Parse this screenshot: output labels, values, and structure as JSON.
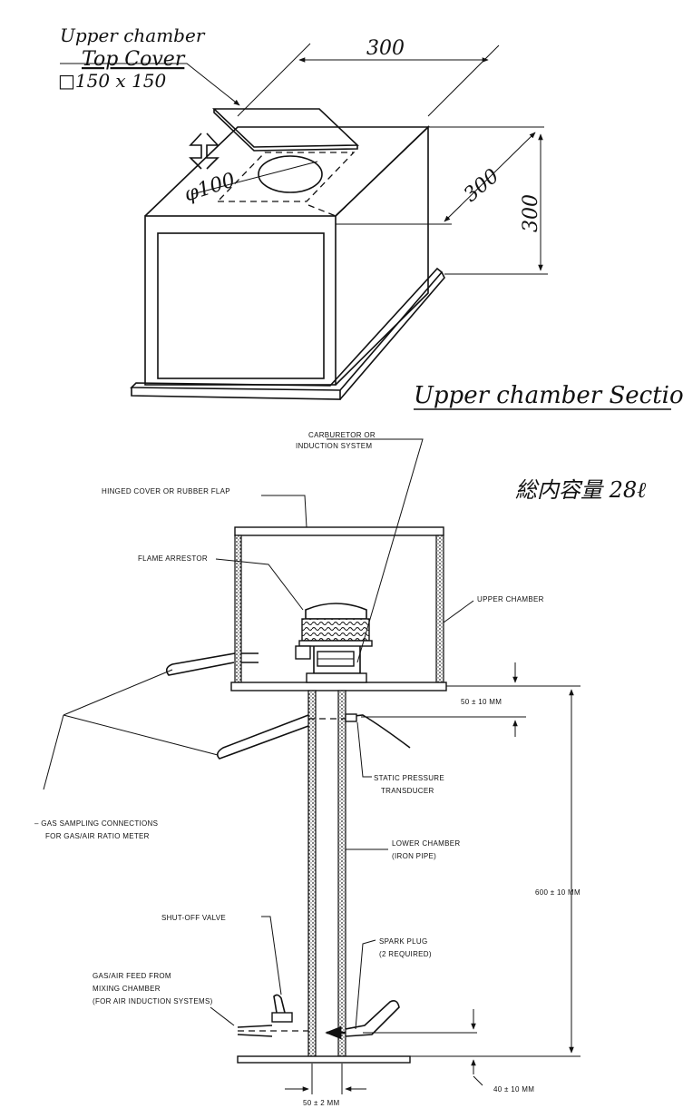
{
  "upper": {
    "cover_title_line1": "Upper chamber",
    "cover_title_line2": "Top Cover",
    "cover_size": "□150 x 150",
    "dim_width": "300",
    "dim_depth": "300",
    "dim_height": "300",
    "hole_diameter": "φ100",
    "section_title": "Upper chamber Section"
  },
  "volume_note": "総内容量 28ℓ",
  "lower": {
    "carburetor_line1": "CARBURETOR OR",
    "carburetor_line2": "INDUCTION SYSTEM",
    "hinged_cover": "HINGED COVER OR RUBBER FLAP",
    "flame_arrestor": "FLAME ARRESTOR",
    "upper_chamber": "UPPER CHAMBER",
    "dim_50": "50 ± 10 MM",
    "static_line1": "STATIC PRESSURE",
    "static_line2": "TRANSDUCER",
    "gas_sampling_line1": "– GAS SAMPLING CONNECTIONS",
    "gas_sampling_line2": "FOR GAS/AIR RATIO METER",
    "lower_chamber_line1": "LOWER CHAMBER",
    "lower_chamber_line2": "(IRON PIPE)",
    "dim_600": "600 ± 10 MM",
    "shutoff": "SHUT-OFF VALVE",
    "spark_line1": "SPARK PLUG",
    "spark_line2": "(2 REQUIRED)",
    "feed_line1": "GAS/AIR FEED FROM",
    "feed_line2": "MIXING CHAMBER",
    "feed_line3": "(FOR AIR INDUCTION SYSTEMS)",
    "dim_40": "40 ± 10 MM",
    "dim_pipe": "50 ± 2 MM"
  }
}
